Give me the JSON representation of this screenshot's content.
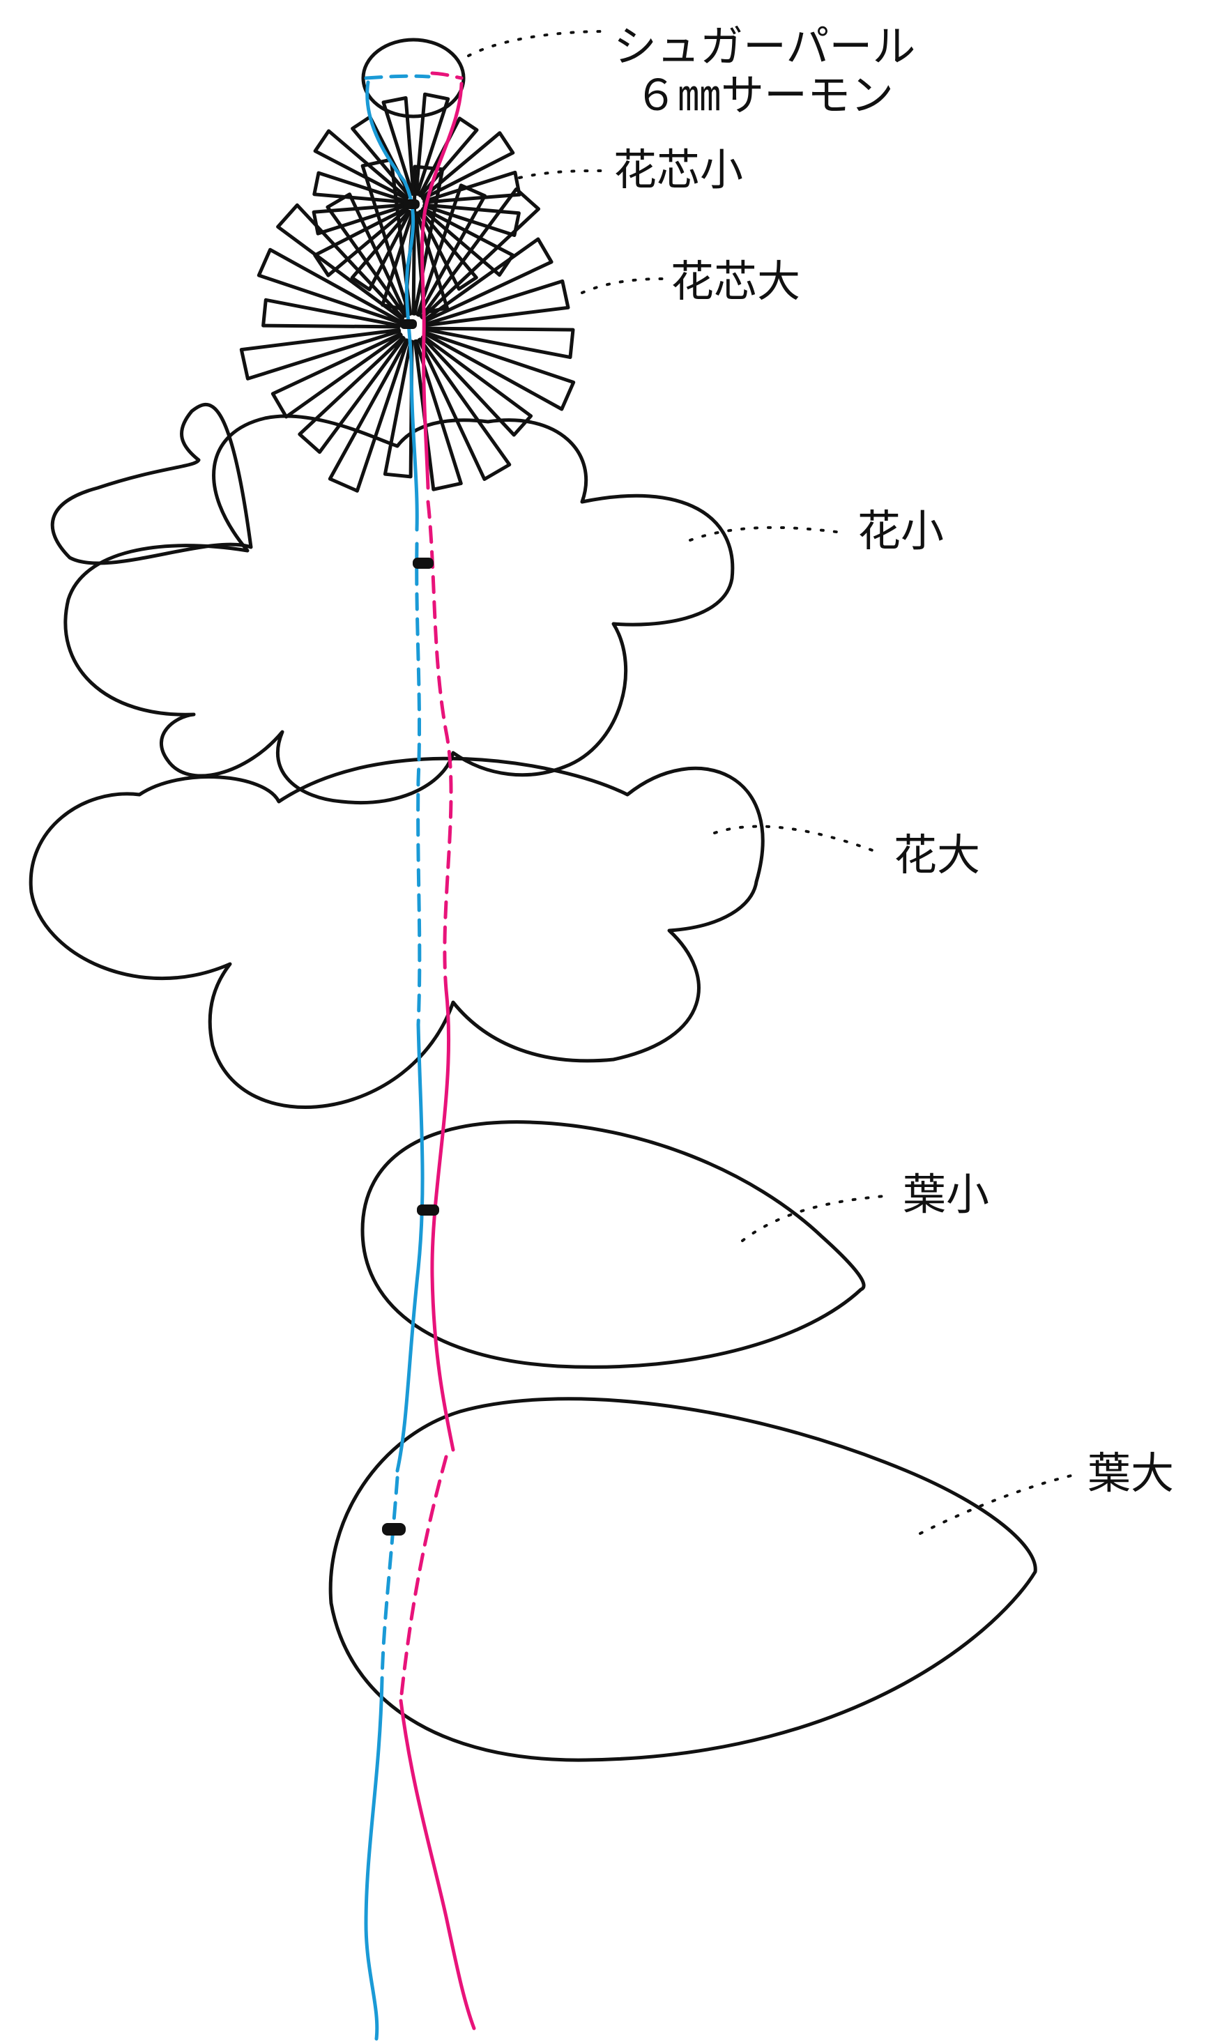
{
  "labels": {
    "pearl_line1": "シュガーパール",
    "pearl_line2": "６㎜サーモン",
    "core_small": "花芯小",
    "core_large": "花芯大",
    "flower_small": "花小",
    "flower_large": "花大",
    "leaf_small": "葉小",
    "leaf_large": "葉大"
  },
  "colors": {
    "outline": "#111111",
    "thread_blue": "#1a9ad6",
    "thread_pink": "#e8137a"
  }
}
